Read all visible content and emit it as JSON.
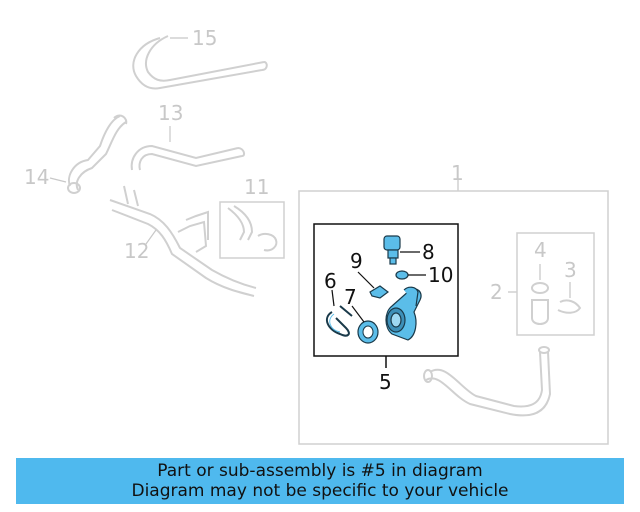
{
  "diagram": {
    "callouts": {
      "c1": "1",
      "c2": "2",
      "c3": "3",
      "c4": "4",
      "c5": "5",
      "c6": "6",
      "c7": "7",
      "c8": "8",
      "c9": "9",
      "c10": "10",
      "c11": "11",
      "c12": "12",
      "c13": "13",
      "c14": "14",
      "c15": "15"
    },
    "highlight_part": "5",
    "colors": {
      "faded_part": "#d0d0d0",
      "highlight_fill": "#5bbde9",
      "highlight_stroke": "#1a3a4a",
      "box_line": "#111111"
    }
  },
  "banner": {
    "line1": "Part or sub-assembly is #5 in diagram",
    "line2": "Diagram may not be specific to your vehicle",
    "color": "#4fb9ee"
  }
}
